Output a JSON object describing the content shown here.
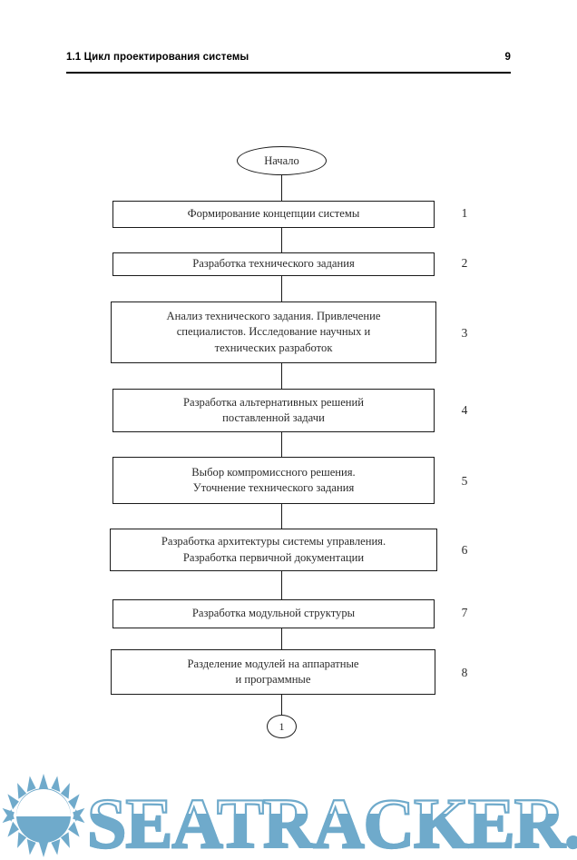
{
  "header": {
    "title": "1.1 Цикл проектирования системы",
    "page_number": "9"
  },
  "flowchart": {
    "start_label": "Начало",
    "offpage_connector_label": "1",
    "nodes": [
      {
        "number": "1",
        "lines": [
          "Формирование концепции системы"
        ]
      },
      {
        "number": "2",
        "lines": [
          "Разработка технического задания"
        ]
      },
      {
        "number": "3",
        "lines": [
          "Анализ технического задания. Привлечение",
          "специалистов. Исследование научных и",
          "технических разработок"
        ]
      },
      {
        "number": "4",
        "lines": [
          "Разработка альтернативных решений",
          "поставленной задачи"
        ]
      },
      {
        "number": "5",
        "lines": [
          "Выбор компромиссного решения.",
          "Уточнение технического задания"
        ]
      },
      {
        "number": "6",
        "lines": [
          "Разработка архитектуры системы управления.",
          "Разработка первичной документации"
        ]
      },
      {
        "number": "7",
        "lines": [
          "Разработка модульной структуры"
        ]
      },
      {
        "number": "8",
        "lines": [
          "Разделение модулей на аппаратные",
          "и программные"
        ]
      }
    ]
  },
  "watermark": {
    "text": "SEATRACKER.RU",
    "color": "#6FAACB"
  },
  "colors": {
    "ink": "#1a1a1a",
    "text": "#2b2b2b",
    "watermark": "#6FAACB",
    "page_background": "#ffffff"
  }
}
